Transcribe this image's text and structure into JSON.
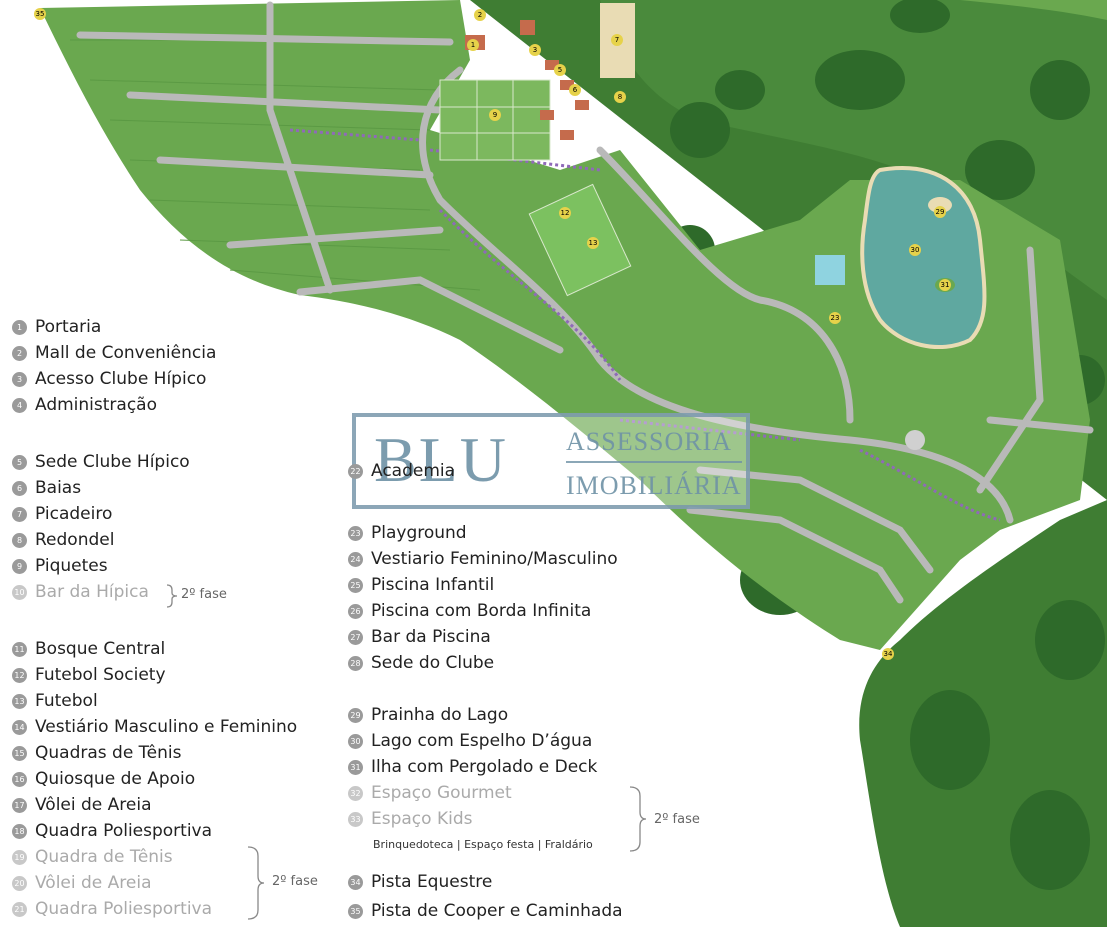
{
  "legend_groups": [
    {
      "items": [
        {
          "n": "1",
          "label": "Portaria"
        },
        {
          "n": "2",
          "label": "Mall de Conveniência"
        },
        {
          "n": "3",
          "label": "Acesso Clube Hípico"
        },
        {
          "n": "4",
          "label": "Administração"
        }
      ]
    },
    {
      "items": [
        {
          "n": "5",
          "label": "Sede Clube Hípico"
        },
        {
          "n": "6",
          "label": "Baias"
        },
        {
          "n": "7",
          "label": "Picadeiro"
        },
        {
          "n": "8",
          "label": "Redondel"
        },
        {
          "n": "9",
          "label": "Piquetes"
        },
        {
          "n": "10",
          "label": "Bar da Hípica"
        }
      ]
    },
    {
      "items": [
        {
          "n": "11",
          "label": "Bosque Central"
        },
        {
          "n": "12",
          "label": "Futebol Society"
        },
        {
          "n": "13",
          "label": "Futebol"
        },
        {
          "n": "14",
          "label": "Vestiário Masculino e Feminino"
        },
        {
          "n": "15",
          "label": "Quadras de Tênis"
        },
        {
          "n": "16",
          "label": "Quiosque de Apoio"
        },
        {
          "n": "17",
          "label": "Vôlei de Areia"
        },
        {
          "n": "18",
          "label": "Quadra Poliesportiva"
        },
        {
          "n": "19",
          "label": "Quadra de Tênis"
        },
        {
          "n": "20",
          "label": "Vôlei de Areia"
        },
        {
          "n": "21",
          "label": "Quadra Poliesportiva"
        }
      ]
    },
    {
      "items": [
        {
          "n": "22",
          "label": "Academia"
        }
      ]
    },
    {
      "items": [
        {
          "n": "23",
          "label": "Playground"
        },
        {
          "n": "24",
          "label": "Vestiario Feminino/Masculino"
        },
        {
          "n": "25",
          "label": "Piscina Infantil"
        },
        {
          "n": "26",
          "label": "Piscina com Borda Infinita"
        },
        {
          "n": "27",
          "label": "Bar da Piscina"
        },
        {
          "n": "28",
          "label": "Sede do Clube"
        }
      ]
    },
    {
      "items": [
        {
          "n": "29",
          "label": "Prainha do Lago"
        },
        {
          "n": "30",
          "label": "Lago com Espelho D’água"
        },
        {
          "n": "31",
          "label": "Ilha com Pergolado e Deck"
        },
        {
          "n": "32",
          "label": "Espaço Gourmet"
        },
        {
          "n": "33",
          "label": "Espaço Kids"
        }
      ]
    },
    {
      "items": [
        {
          "n": "34",
          "label": "Pista Equestre"
        },
        {
          "n": "35",
          "label": "Pista de Cooper e Caminhada"
        }
      ]
    }
  ],
  "kids_sub": "Brinquedoteca | Espaço festa | Fraldário",
  "phase_label": "2º fase",
  "watermark": {
    "brand": "BLU",
    "line1": "ASSESSORIA",
    "line2": "IMOBILIÁRIA"
  },
  "map_labels": [
    "1",
    "2",
    "3",
    "5",
    "6",
    "7",
    "8",
    "9",
    "12",
    "13",
    "23",
    "29",
    "30",
    "31",
    "34",
    "35"
  ],
  "colors": {
    "forest": "#4a8a3c",
    "lawn": "#6aa84f",
    "road": "#b9b9b9",
    "lake": "#5fa8a0",
    "sand": "#e9dcb4",
    "paths": "#8f6ab8"
  }
}
